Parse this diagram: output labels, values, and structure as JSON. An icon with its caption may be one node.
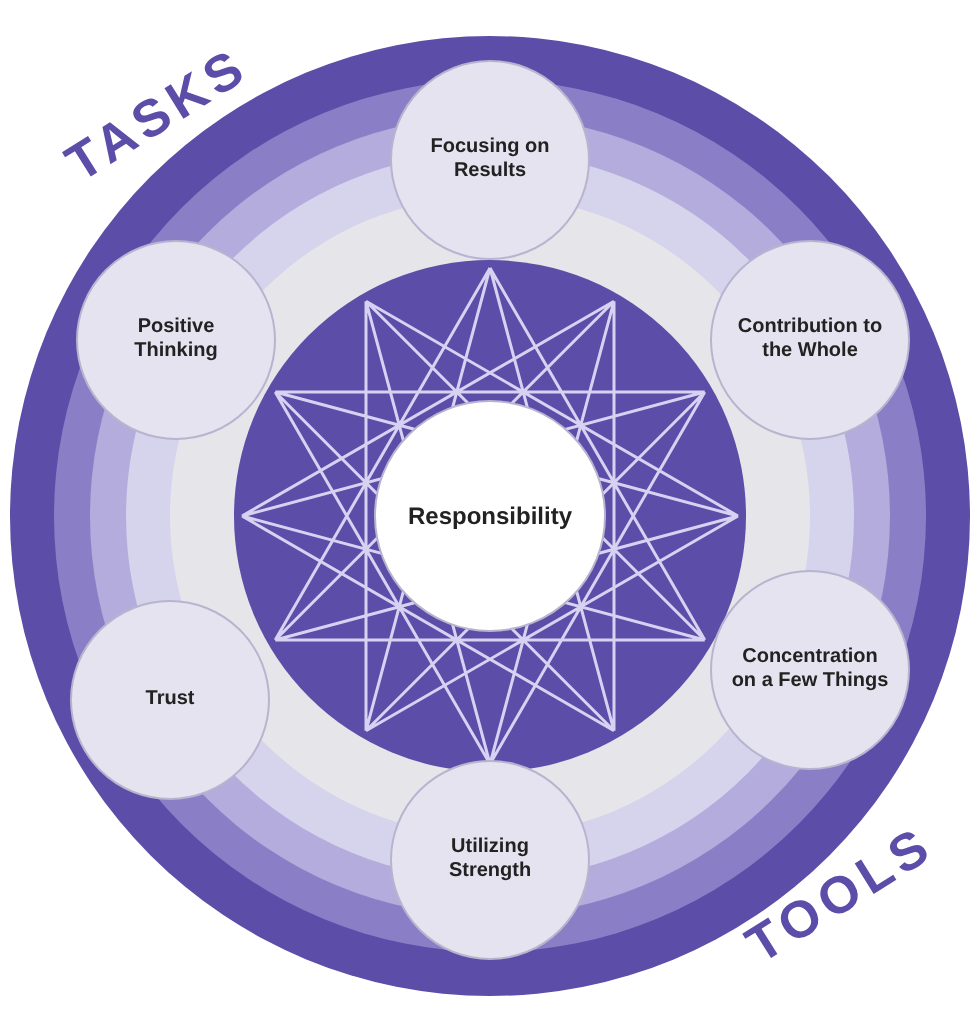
{
  "diagram": {
    "nodes": [
      {
        "text": [
          "Focusing on Results"
        ]
      },
      {
        "text": [
          "Contribution to the Whole"
        ]
      },
      {
        "text": [
          "Concentration on a Few Things"
        ]
      },
      {
        "text": [
          "Utilizing Strength"
        ]
      },
      {
        "text": [
          "Trust"
        ]
      },
      {
        "text": [
          "Positive Thinking"
        ]
      },
      {
        "text": [
          "Responsibility"
        ]
      }
    ],
    "labels": [
      "TASKS",
      "TOOLS"
    ]
  }
}
